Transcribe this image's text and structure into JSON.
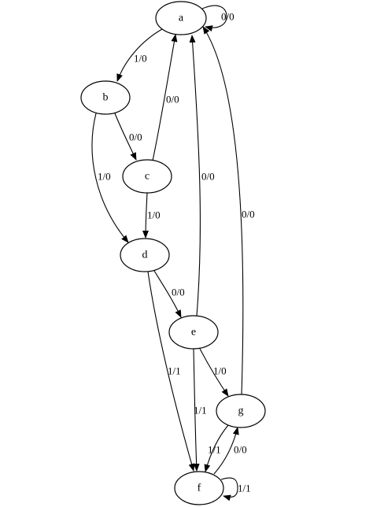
{
  "diagram": {
    "nodes": [
      {
        "id": "a",
        "label": "a"
      },
      {
        "id": "b",
        "label": "b"
      },
      {
        "id": "c",
        "label": "c"
      },
      {
        "id": "d",
        "label": "d"
      },
      {
        "id": "e",
        "label": "e"
      },
      {
        "id": "g",
        "label": "g"
      },
      {
        "id": "f",
        "label": "f"
      }
    ],
    "edges": [
      {
        "from": "a",
        "to": "a",
        "label": "0/0"
      },
      {
        "from": "a",
        "to": "b",
        "label": "1/0"
      },
      {
        "from": "b",
        "to": "c",
        "label": "0/0"
      },
      {
        "from": "b",
        "to": "d",
        "label": "1/0"
      },
      {
        "from": "c",
        "to": "a",
        "label": "0/0"
      },
      {
        "from": "c",
        "to": "d",
        "label": "1/0"
      },
      {
        "from": "d",
        "to": "e",
        "label": "0/0"
      },
      {
        "from": "d",
        "to": "f",
        "label": "1/1"
      },
      {
        "from": "e",
        "to": "a",
        "label": "0/0"
      },
      {
        "from": "e",
        "to": "g",
        "label": "1/0"
      },
      {
        "from": "e",
        "to": "f",
        "label": "1/1"
      },
      {
        "from": "g",
        "to": "a",
        "label": "0/0"
      },
      {
        "from": "g",
        "to": "f",
        "label": "1/1"
      },
      {
        "from": "f",
        "to": "g",
        "label": "0/0"
      },
      {
        "from": "f",
        "to": "f",
        "label": "1/1"
      }
    ]
  }
}
